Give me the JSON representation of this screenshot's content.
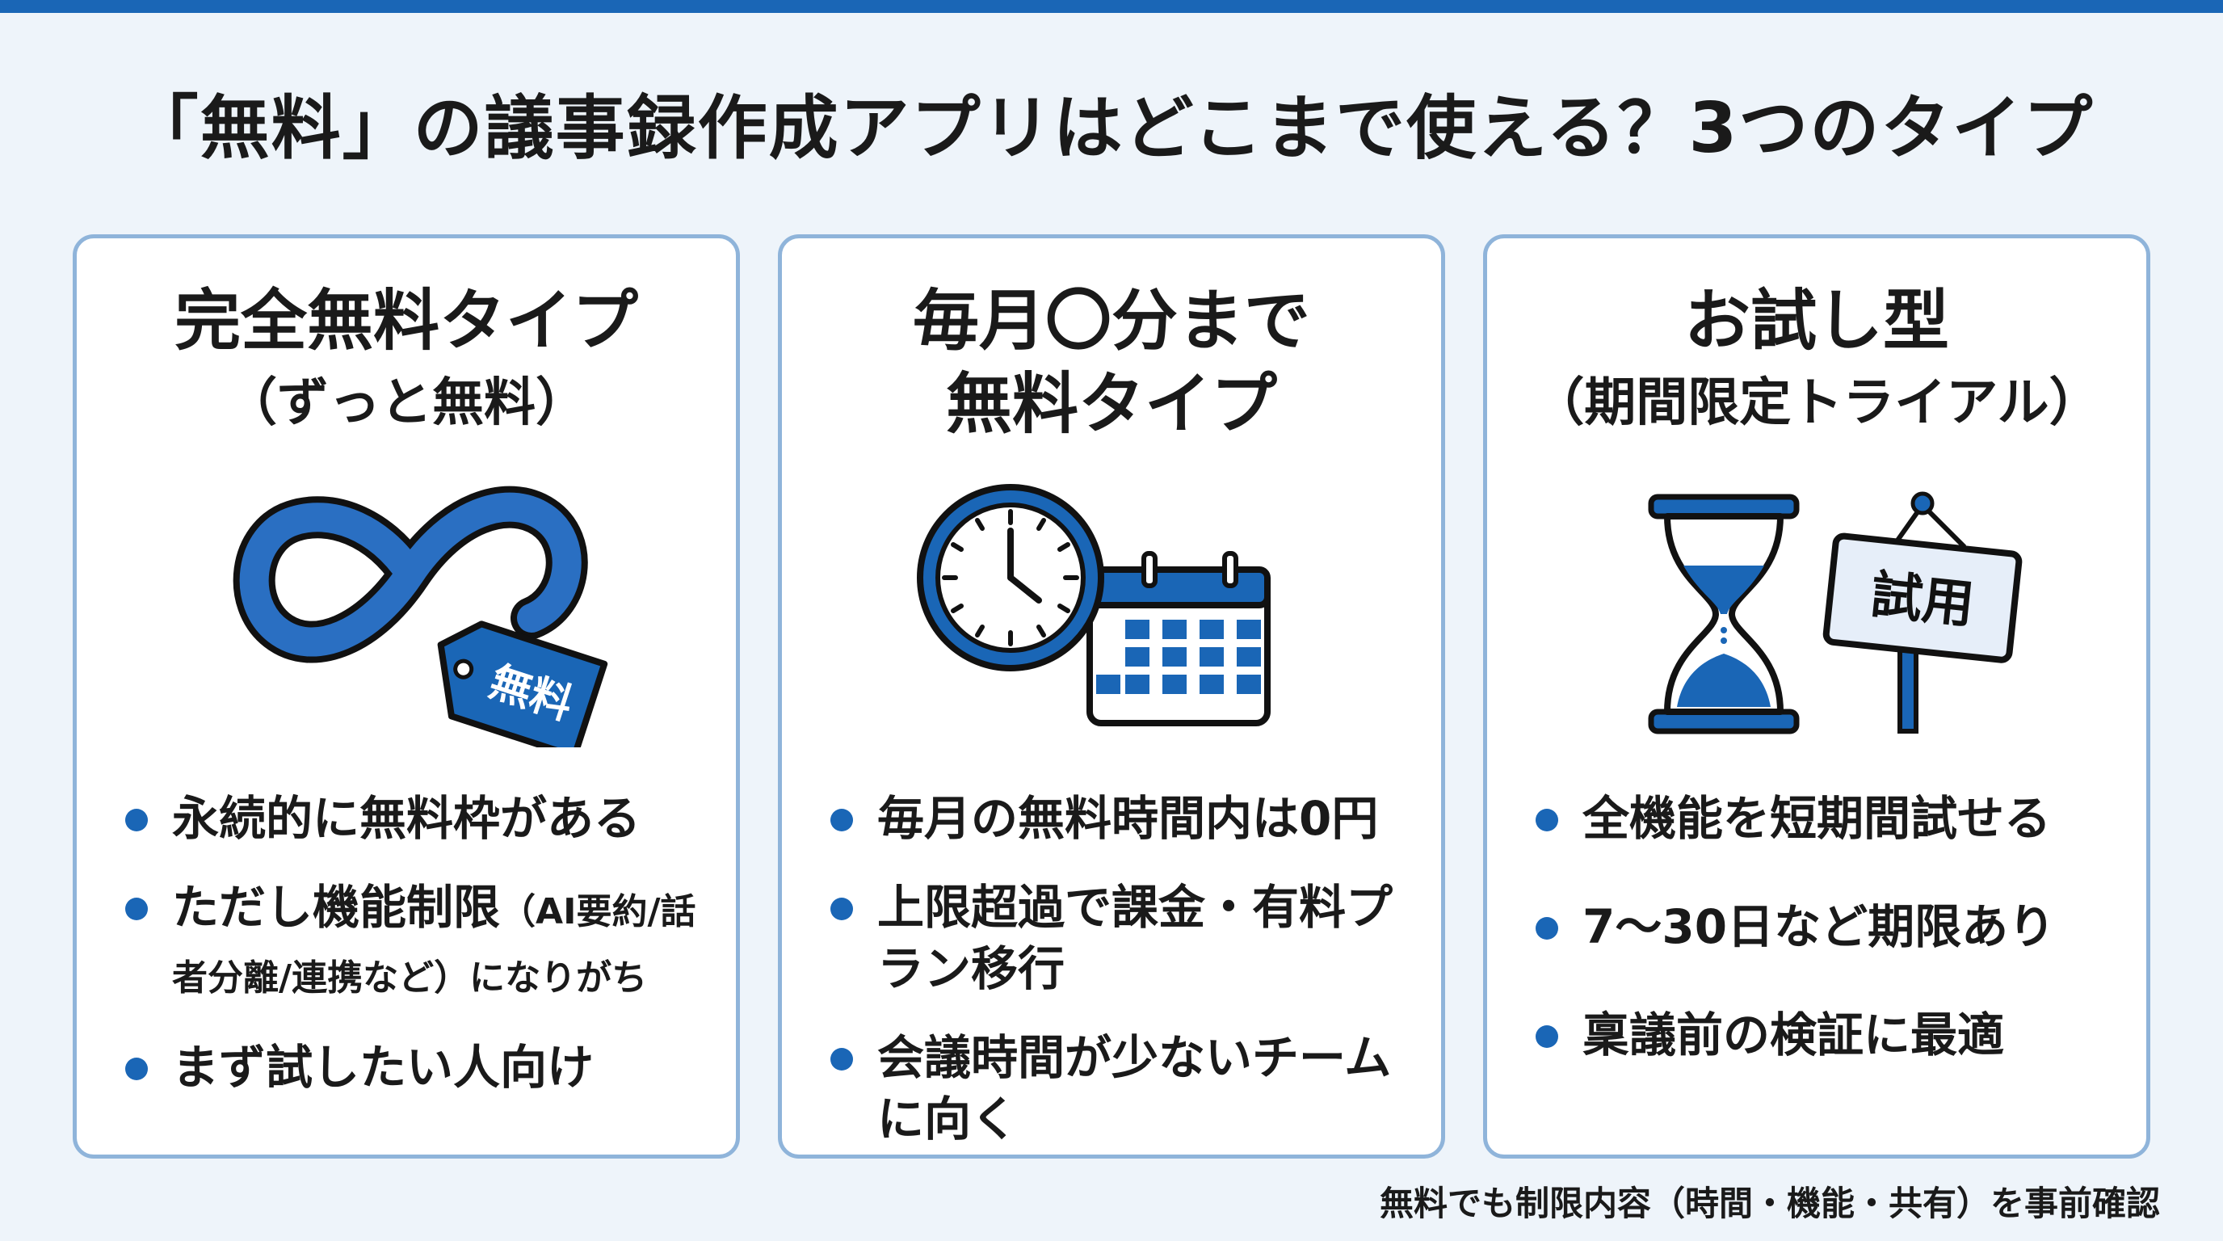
{
  "title": "「無料」の議事録作成アプリはどこまで使える？3つのタイプ",
  "colors": {
    "accent": "#1a66b6",
    "card_border": "#8fb4da",
    "background": "#eef4fa"
  },
  "cards": [
    {
      "heading_line1": "完全無料タイプ",
      "heading_line2": "（ずっと無料）",
      "icon": "infinity-with-tag-icon",
      "tag_text": "無料",
      "bullets": [
        {
          "text": "永続的に無料枠がある"
        },
        {
          "text_main": "ただし機能制限",
          "text_small": "（AI要約/話",
          "text_line2": "者分離/連携など）になりがち"
        },
        {
          "text": "まず試したい人向け"
        }
      ]
    },
    {
      "heading_line1": "毎月〇分まで",
      "heading_line2": "無料タイプ",
      "icon": "clock-and-calendar-icon",
      "bullets": [
        {
          "text": "毎月の無料時間内は0円"
        },
        {
          "text": "上限超過で課金・有料プ",
          "text_line2": "ラン移行"
        },
        {
          "text": "会議時間が少ないチーム",
          "text_line2": "に向く"
        }
      ]
    },
    {
      "heading_line1": "お試し型",
      "heading_line2": "（期間限定トライアル）",
      "icon": "hourglass-and-trial-sign-icon",
      "sign_text": "試用",
      "bullets": [
        {
          "text": "全機能を短期間試せる"
        },
        {
          "text": "7〜30日など期限あり"
        },
        {
          "text": "稟議前の検証に最適"
        }
      ]
    }
  ],
  "footnote": "無料でも制限内容（時間・機能・共有）を事前確認"
}
